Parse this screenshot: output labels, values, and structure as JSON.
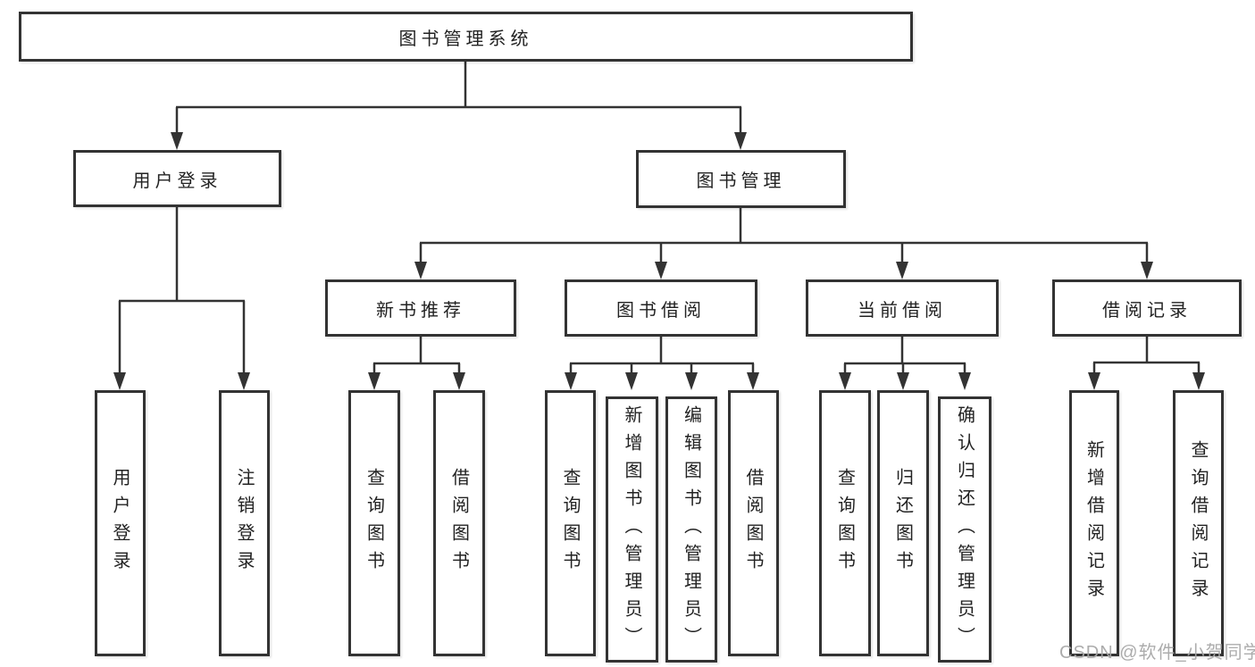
{
  "colors": {
    "background": "#ffffff",
    "box_border": "#333333",
    "connector_line": "#333333",
    "text": "#222222",
    "watermark_text": "#a6a6a6"
  },
  "tree": {
    "root": {
      "label": "图书管理系统",
      "children": [
        {
          "label": "用户登录",
          "children": [
            {
              "label": "用户登录"
            },
            {
              "label": "注销登录"
            }
          ]
        },
        {
          "label": "图书管理",
          "children": [
            {
              "label": "新书推荐",
              "children": [
                {
                  "label": "查询图书"
                },
                {
                  "label": "借阅图书"
                }
              ]
            },
            {
              "label": "图书借阅",
              "children": [
                {
                  "label": "查询图书"
                },
                {
                  "label": "新增图书（管理员）"
                },
                {
                  "label": "编辑图书（管理员）"
                },
                {
                  "label": "借阅图书"
                }
              ]
            },
            {
              "label": "当前借阅",
              "children": [
                {
                  "label": "查询图书"
                },
                {
                  "label": "归还图书"
                },
                {
                  "label": "确认归还（管理员）"
                }
              ]
            },
            {
              "label": "借阅记录",
              "children": [
                {
                  "label": "新增借阅记录"
                },
                {
                  "label": "查询借阅记录"
                }
              ]
            }
          ]
        }
      ]
    }
  },
  "watermark": {
    "text": "CSDN @软件_小贺同学"
  }
}
